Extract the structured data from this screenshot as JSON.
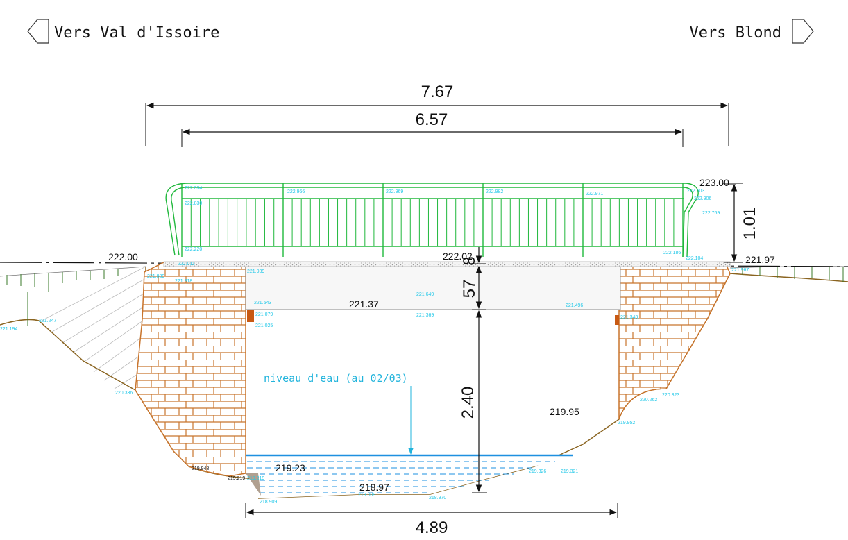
{
  "directions": {
    "left": "Vers Val d'Issoire",
    "right": "Vers Blond"
  },
  "dimensions": {
    "overall_width": "7.67",
    "inner_width": "6.57",
    "railing_height": "1.01",
    "deck_thickness": "57",
    "deck_thickness_extra": "8",
    "clearance_height": "2.40",
    "opening_width": "4.89"
  },
  "elevations": {
    "railing_top": "223.00",
    "left_bank": "222.00",
    "deck_top": "222.02",
    "right_bank": "221.97",
    "deck_underside": "221.37",
    "right_soffit": "219.95",
    "water_level": "219.23",
    "bed_low": "218.97"
  },
  "water_note": "niveau d'eau (au 02/03)",
  "survey_points": [
    "222.034",
    "222.966",
    "222.969",
    "222.982",
    "222.971",
    "222.603",
    "222.906",
    "222.830",
    "222.769",
    "222.220",
    "222.186",
    "222.104",
    "222.011",
    "221.889",
    "221.818",
    "221.939",
    "221.543",
    "221.649",
    "221.496",
    "221.079",
    "221.025",
    "221.369",
    "221.343",
    "221.247",
    "221.194",
    "221.967",
    "220.336",
    "220.323",
    "220.262",
    "219.952",
    "219.326",
    "219.321",
    "219.219",
    "219.009",
    "218.970",
    "218.909"
  ],
  "survey_points_dark": [
    "219.948",
    "219.219"
  ],
  "colors": {
    "railing": "#20b83c",
    "masonry": "#c8742c",
    "water": "#1e90e0",
    "survey": "#22c8e8",
    "ground": "#8a6420",
    "grass": "#3a7a2a"
  }
}
